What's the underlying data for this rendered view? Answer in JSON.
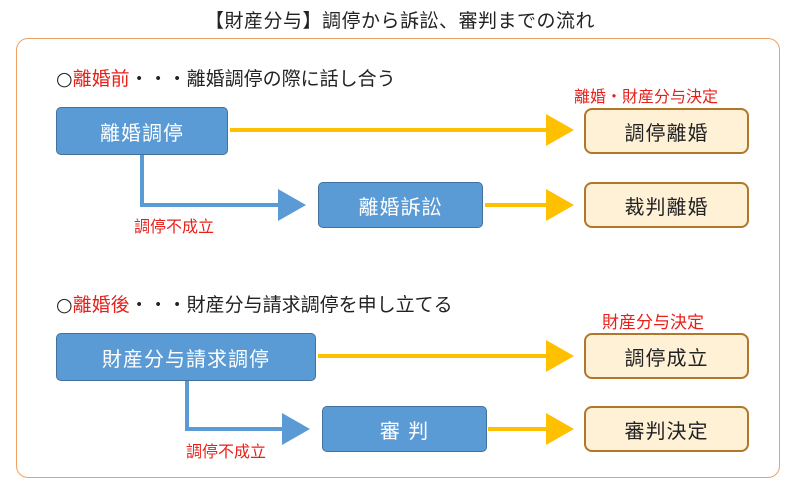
{
  "title": "【財産分与】調停から訴訟、審判までの流れ",
  "section1": {
    "marker": "○",
    "highlight": "離婚前",
    "rest": "・・・離婚調停の際に話し合う",
    "decision_label": "離婚・財産分与決定",
    "start_box": "離婚調停",
    "fail_label": "調停不成立",
    "middle_box": "離婚訴訟",
    "result_top": "調停離婚",
    "result_bottom": "裁判離婚"
  },
  "section2": {
    "marker": "○",
    "highlight": "離婚後",
    "rest": "・・・財産分与請求調停を申し立てる",
    "decision_label": "財産分与決定",
    "start_box": "財産分与請求調停",
    "fail_label": "調停不成立",
    "middle_box": "審 判",
    "result_top": "調停成立",
    "result_bottom": "審判決定"
  },
  "colors": {
    "arrow_yellow": "#ffc000",
    "arrow_blue": "#5b9bd5",
    "label_red": "#e8201a",
    "frame_orange": "#f0a060"
  }
}
